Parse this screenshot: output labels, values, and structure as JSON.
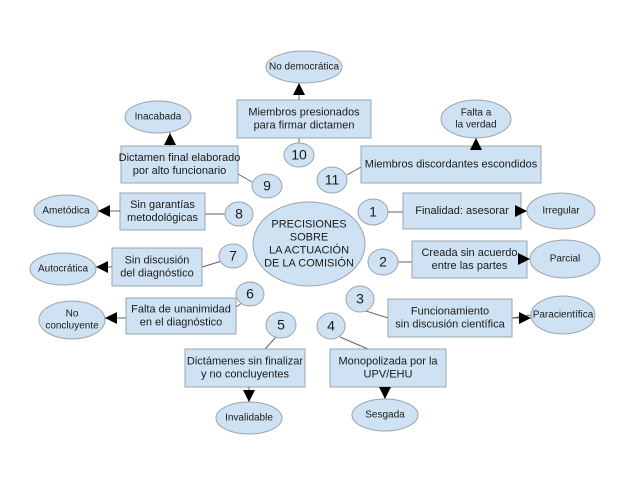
{
  "center": {
    "lines": [
      "PRECISIONES",
      "SOBRE",
      "LA  ACTUACIÓN",
      "DE LA COMISIÓN"
    ]
  },
  "branches": [
    {
      "number": "1",
      "box": [
        "Finalidad: asesorar"
      ],
      "result": [
        "Irregular"
      ]
    },
    {
      "number": "2",
      "box": [
        "Creada sin  acuerdo",
        "entre las partes"
      ],
      "result": [
        "Parcial"
      ]
    },
    {
      "number": "3",
      "box": [
        "Funcionamiento",
        "sin discusión científica"
      ],
      "result": [
        "Paracientífica"
      ]
    },
    {
      "number": "4",
      "box": [
        "Monopolizada por la",
        "UPV/EHU"
      ],
      "result": [
        "Sesgada"
      ]
    },
    {
      "number": "5",
      "box": [
        "Dictámenes sin finalizar",
        "y no concluyentes"
      ],
      "result": [
        "Invalidable"
      ]
    },
    {
      "number": "6",
      "box": [
        "Falta de unanimidad",
        "en el diagnóstico"
      ],
      "result": [
        "No",
        "concluyente"
      ]
    },
    {
      "number": "7",
      "box": [
        "Sin discusión",
        "del diagnóstico"
      ],
      "result": [
        "Autocrática"
      ]
    },
    {
      "number": "8",
      "box": [
        "Sin garantías",
        "metodológicas"
      ],
      "result": [
        "Ametódica"
      ]
    },
    {
      "number": "9",
      "box": [
        "Dictamen final elaborado",
        "por alto funcionario"
      ],
      "result": [
        "Inacabada"
      ]
    },
    {
      "number": "10",
      "box": [
        "Miembros presionados",
        "para firmar dictamen"
      ],
      "result": [
        "No democrática"
      ]
    },
    {
      "number": "11",
      "box": [
        "Miembros discordantes escondidos"
      ],
      "result": [
        "Falta a",
        "la verdad"
      ]
    }
  ],
  "colors": {
    "node_fill": "#cfe2f3",
    "node_stroke": "#9aa4ad",
    "arrow": "#000000"
  }
}
